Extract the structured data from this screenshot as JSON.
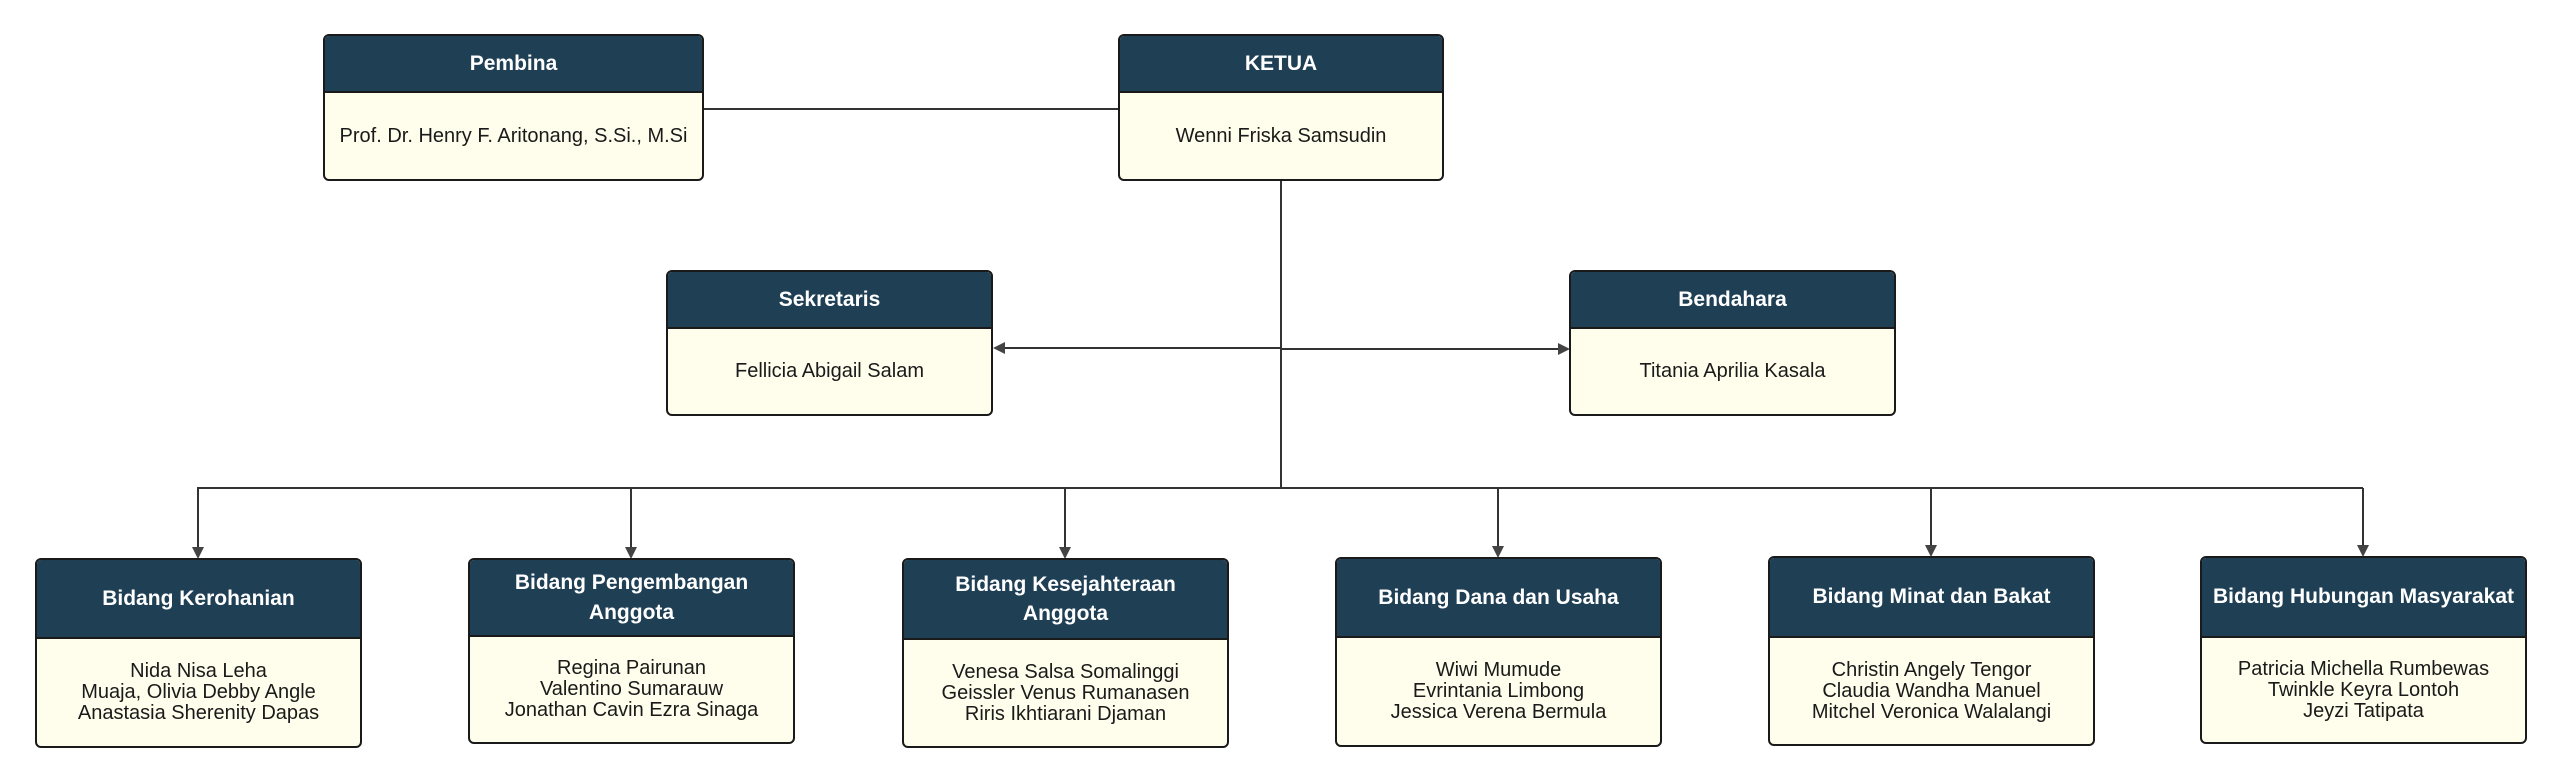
{
  "colors": {
    "header": "#1f3f55",
    "body": "#fffdeb",
    "border": "#1a1a1a",
    "line": "#333333"
  },
  "pembina": {
    "title": "Pembina",
    "members": [
      "Prof. Dr. Henry F. Aritonang, S.Si., M.Si"
    ]
  },
  "ketua": {
    "title": "KETUA",
    "members": [
      "Wenni Friska Samsudin"
    ]
  },
  "sekretaris": {
    "title": "Sekretaris",
    "members": [
      "Fellicia Abigail Salam"
    ]
  },
  "bendahara": {
    "title": "Bendahara",
    "members": [
      "Titania Aprilia Kasala"
    ]
  },
  "bidang": [
    {
      "title": "Bidang Kerohanian",
      "members": [
        "Nida Nisa Leha",
        "Muaja, Olivia Debby Angle",
        "Anastasia Sherenity Dapas"
      ]
    },
    {
      "title": "Bidang Pengembangan Anggota",
      "members": [
        "Regina Pairunan",
        "Valentino Sumarauw",
        "Jonathan Cavin Ezra Sinaga"
      ]
    },
    {
      "title": "Bidang Kesejahteraan Anggota",
      "members": [
        "Venesa Salsa Somalinggi",
        "Geissler Venus Rumanasen",
        "Riris Ikhtiarani Djaman"
      ]
    },
    {
      "title": "Bidang Dana dan Usaha",
      "members": [
        "Wiwi Mumude",
        "Evrintania Limbong",
        "Jessica Verena Bermula"
      ]
    },
    {
      "title": "Bidang Minat dan Bakat",
      "members": [
        "Christin Angely Tengor",
        "Claudia Wandha Manuel",
        "Mitchel Veronica Walalangi"
      ]
    },
    {
      "title": "Bidang Hubungan Masyarakat",
      "members": [
        "Patricia Michella Rumbewas",
        "Twinkle Keyra Lontoh",
        "Jeyzi Tatipata"
      ]
    }
  ]
}
